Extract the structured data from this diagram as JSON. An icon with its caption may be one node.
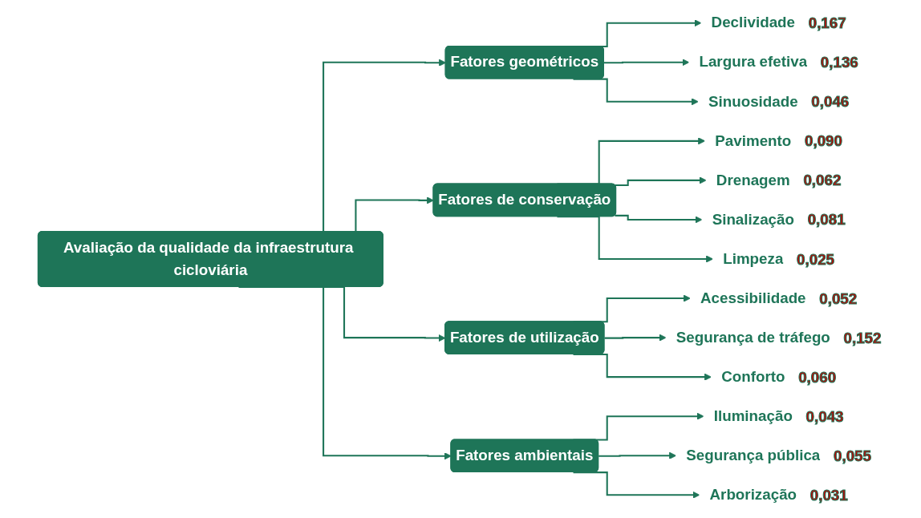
{
  "diagram": {
    "nodes": [
      {
        "text": [
          "Avaliação da qualidade da infraestrutura cicloviária"
        ]
      },
      {
        "text": [
          "Fatores geométricos"
        ]
      },
      {
        "text": [
          "Fatores de conservação"
        ]
      },
      {
        "text": [
          "Fatores de utilização"
        ]
      },
      {
        "text": [
          "Fatores ambientais"
        ]
      },
      {
        "text": [
          "Declividade"
        ],
        "beside": [
          "0,167"
        ]
      },
      {
        "text": [
          "Largura efetiva"
        ],
        "beside": [
          "0,136"
        ]
      },
      {
        "text": [
          "Sinuosidade"
        ],
        "beside": [
          "0,046"
        ]
      },
      {
        "text": [
          "Pavimento"
        ],
        "beside": [
          "0,090"
        ]
      },
      {
        "text": [
          "Drenagem"
        ],
        "beside": [
          "0,062"
        ]
      },
      {
        "text": [
          "Sinalização"
        ],
        "beside": [
          "0,081"
        ]
      },
      {
        "text": [
          "Limpeza"
        ],
        "beside": [
          "0,025"
        ]
      },
      {
        "text": [
          "Acessibilidade"
        ],
        "beside": [
          "0,052"
        ]
      },
      {
        "text": [
          "Segurança de tráfego"
        ],
        "beside": [
          "0,152"
        ]
      },
      {
        "text": [
          "Conforto"
        ],
        "beside": [
          "0,060"
        ]
      },
      {
        "text": [
          "Iluminação"
        ],
        "beside": [
          "0,043"
        ]
      },
      {
        "text": [
          "Segurança pública"
        ],
        "beside": [
          "0,055"
        ]
      },
      {
        "text": [
          "Arborização"
        ],
        "beside": [
          "0,031"
        ]
      }
    ],
    "edges": [
      {
        "from": 0,
        "to": 1,
        "arrow": "to"
      },
      {
        "from": 0,
        "to": 2,
        "arrow": "to"
      },
      {
        "from": 0,
        "to": 3,
        "arrow": "to"
      },
      {
        "from": 0,
        "to": 4,
        "arrow": "to"
      },
      {
        "from": 1,
        "to": 5,
        "arrow": "to"
      },
      {
        "from": 1,
        "to": 6,
        "arrow": "to"
      },
      {
        "from": 1,
        "to": 7,
        "arrow": "to"
      },
      {
        "from": 2,
        "to": 8,
        "arrow": "to"
      },
      {
        "from": 2,
        "to": 9,
        "arrow": "to"
      },
      {
        "from": 2,
        "to": 10,
        "arrow": "to"
      },
      {
        "from": 2,
        "to": 11,
        "arrow": "to"
      },
      {
        "from": 3,
        "to": 12,
        "arrow": "to"
      },
      {
        "from": 3,
        "to": 13,
        "arrow": "to"
      },
      {
        "from": 3,
        "to": 14,
        "arrow": "to"
      },
      {
        "from": 4,
        "to": 15,
        "arrow": "to"
      },
      {
        "from": 4,
        "to": 16,
        "arrow": "to"
      },
      {
        "from": 4,
        "to": 17,
        "arrow": "to"
      }
    ]
  }
}
